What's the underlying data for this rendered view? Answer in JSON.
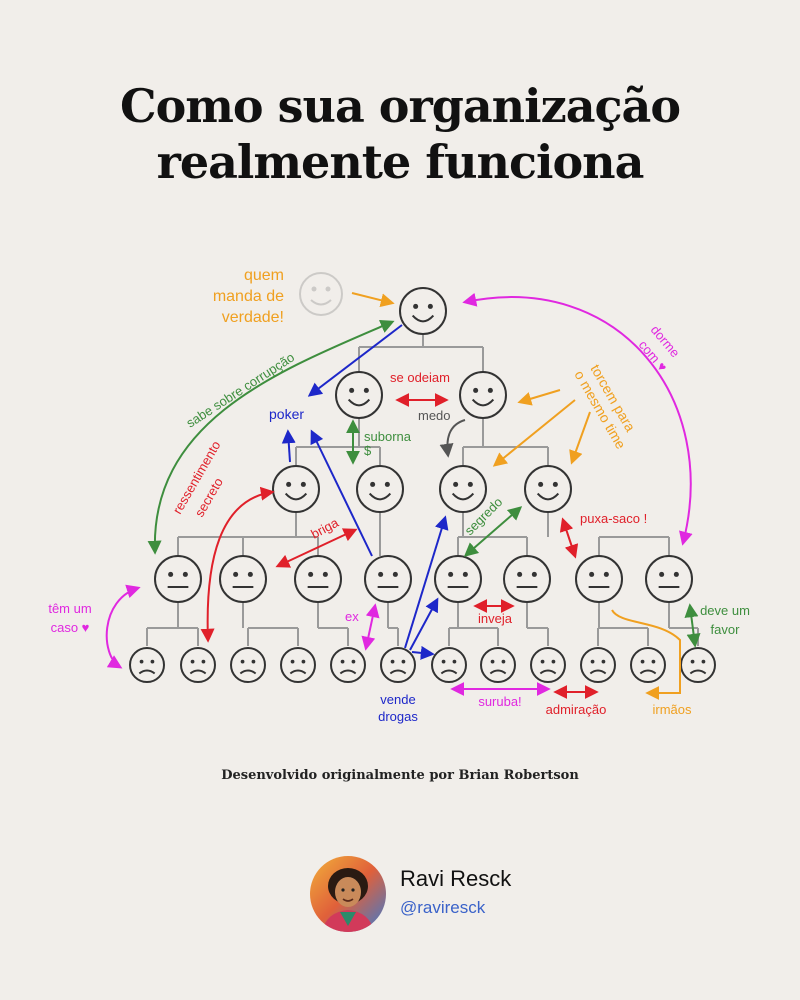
{
  "title": {
    "line1": "Como sua organização",
    "line2": "realmente funciona"
  },
  "diagram": {
    "labels": {
      "quem_manda": [
        "quem",
        "manda de",
        "verdade!"
      ],
      "sabe_corrupcao": "sabe sobre corrupção",
      "poker": "poker",
      "se_odeiam": "se odeiam",
      "medo": "medo",
      "suborna": "suborna",
      "dollar": "$",
      "ressentimento": [
        "ressentimento",
        "secreto"
      ],
      "briga": "briga",
      "segredo": "segredo",
      "puxa_saco": "puxa-saco !",
      "torcem": [
        "torcem para",
        "o mesmo time"
      ],
      "dorme_com": [
        "dorme",
        "com ♥"
      ],
      "tem_um_caso": [
        "têm um",
        "caso ♥"
      ],
      "ex": "ex",
      "inveja": "inveja",
      "deve_um_favor": [
        "deve um",
        "favor"
      ],
      "vende_drogas": [
        "vende",
        "drogas"
      ],
      "suruba": "suruba!",
      "admiracao": "admiração",
      "irmaos": "irmãos"
    },
    "colors": {
      "orange": "#f0a020",
      "magenta": "#e028e0",
      "green": "#3e8e3e",
      "blue": "#1d27c9",
      "red": "#e0202a",
      "gray": "#555555",
      "tree": "#9a9a9a"
    }
  },
  "credit": "Desenvolvido originalmente por Brian Robertson",
  "author": {
    "name": "Ravi Resck",
    "handle": "@raviresck"
  }
}
